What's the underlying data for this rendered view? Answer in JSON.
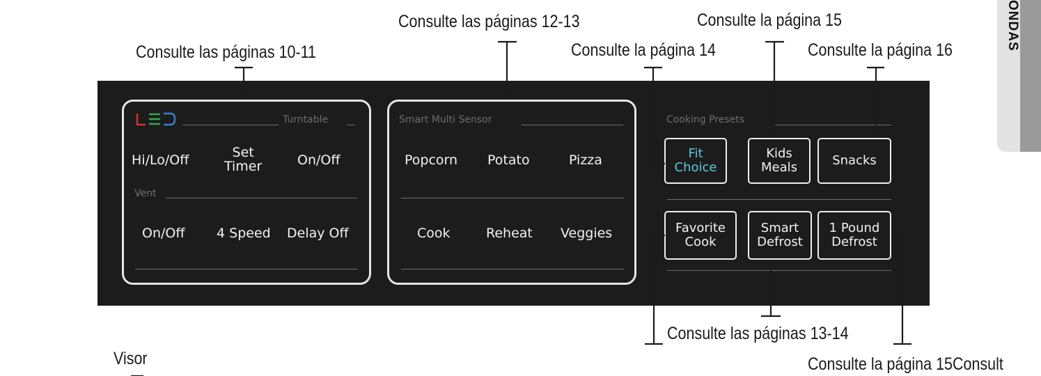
{
  "callouts": {
    "pages_10_11": "Consulte las páginas 10-11",
    "pages_12_13": "Consulte las páginas 12-13",
    "page_14": "Consulte la página 14",
    "page_15_top": "Consulte la página 15",
    "page_16": "Consulte la página 16",
    "pages_13_14": "Consulte las páginas 13-14",
    "page_15_bottom": "Consulte la página 15Consult",
    "visor": "Visor"
  },
  "side_tab": {
    "text": "ONDAS"
  },
  "led_group": {
    "title_right": "Turntable",
    "sub_title": "Vent",
    "row1": [
      "Hi/Lo/Off",
      "Set\nTimer",
      "On/Off"
    ],
    "row2": [
      "On/Off",
      "4 Speed",
      "Delay Off"
    ]
  },
  "sensor_group": {
    "title": "Smart Multi Sensor",
    "row1": [
      "Popcorn",
      "Potato",
      "Pizza"
    ],
    "row2": [
      "Cook",
      "Reheat",
      "Veggies"
    ]
  },
  "presets_group": {
    "title": "Cooking Presets",
    "row1": [
      "Fit\nChoice",
      "Kids\nMeals",
      "Snacks"
    ],
    "row2": [
      "Favorite\nCook",
      "Smart\nDefrost",
      "1 Pound\nDefrost"
    ]
  },
  "colors": {
    "panel": "#1c1c1c",
    "highlight_text": "#5bc8e0",
    "led_red": "#d9312b",
    "led_green": "#34a84a",
    "led_blue": "#3a7fd5"
  }
}
